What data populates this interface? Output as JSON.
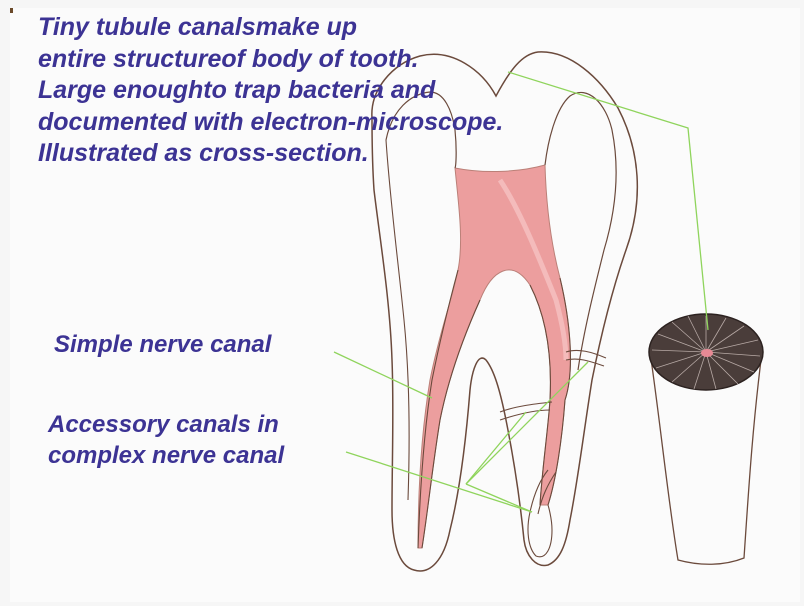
{
  "labels": {
    "tubule_note": [
      "Tiny tubule canalsmake up",
      "entire structureof body of tooth.",
      "Large enoughto trap bacteria and",
      "documented with electron-microscope.",
      "Illustrated as cross-section."
    ],
    "simple_canal": "Simple nerve canal",
    "accessory_canals": [
      "Accessory canals in",
      "complex nerve canal"
    ]
  },
  "colors": {
    "label_text": "#3c3394",
    "leader_line": "#8fd45c",
    "outline": "#6b4a3c",
    "pulp": "#ec9a9a",
    "tubule_disc": "#4a3d3a",
    "background": "#fbfbfb"
  }
}
